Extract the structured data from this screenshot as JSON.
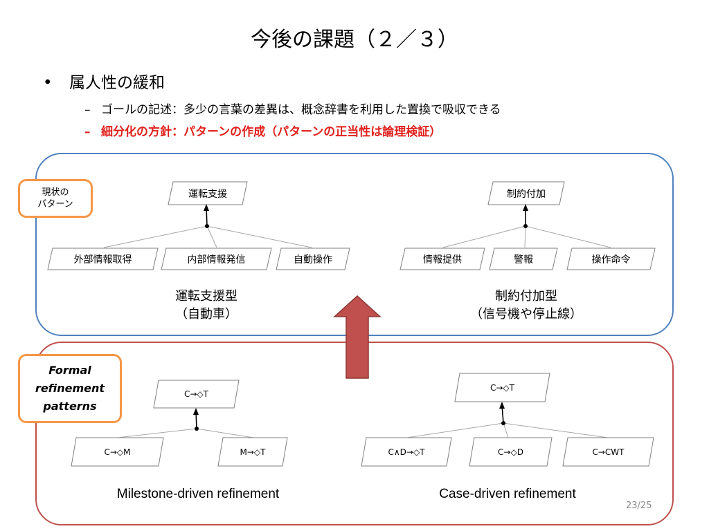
{
  "slide": {
    "title": "今後の課題（２／３）",
    "bullet": {
      "marker": "•",
      "text": "属人性の緩和",
      "subitems": [
        {
          "dash": "–",
          "text": "ゴールの記述：多少の言葉の差異は、概念辞書を利用した置換で吸収できる",
          "highlight": false
        },
        {
          "dash": "–",
          "text": "細分化の方針：パターンの作成（パターンの正当性は論理検証）",
          "highlight": true
        }
      ]
    },
    "page_number": "23/25"
  },
  "colors": {
    "blue_panel": "#4f81bd",
    "red_panel": "#c0504d",
    "callout_border": "#f79646",
    "arrow_fill": "#c0504d",
    "highlight_text": "#e0201c"
  },
  "current_patterns": {
    "callout": [
      "現状の",
      "パターン"
    ],
    "left": {
      "goal": "運転支援",
      "children": [
        "外部情報取得",
        "内部情報発信",
        "自動操作"
      ],
      "caption": [
        "運転支援型",
        "（自動車）"
      ]
    },
    "right": {
      "goal": "制約付加",
      "children": [
        "情報提供",
        "警報",
        "操作命令"
      ],
      "caption": [
        "制約付加型",
        "（信号機や停止線）"
      ]
    }
  },
  "formal_patterns": {
    "callout": [
      "Formal",
      "refinement",
      "patterns"
    ],
    "left": {
      "goal": "C→◇T",
      "children": [
        "C→◇M",
        "M→◇T"
      ],
      "caption": "Milestone-driven refinement"
    },
    "right": {
      "goal": "C→◇T",
      "children": [
        "C∧D→◇T",
        "C→◇D",
        "C→CWT"
      ],
      "caption": "Case-driven refinement"
    }
  },
  "transition_arrow": {
    "direction": "up",
    "icon": "up-arrow-icon"
  }
}
